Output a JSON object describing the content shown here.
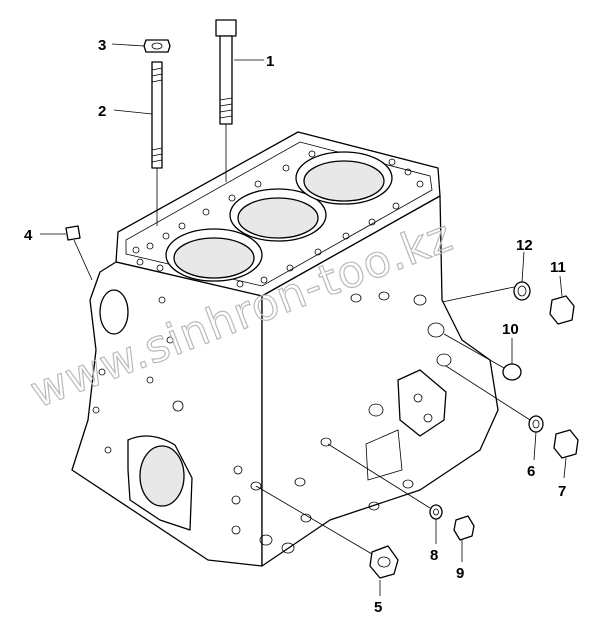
{
  "callouts": [
    {
      "num": "1",
      "part": "bolt"
    },
    {
      "num": "2",
      "part": "stud"
    },
    {
      "num": "3",
      "part": "nut"
    },
    {
      "num": "4",
      "part": "plug"
    },
    {
      "num": "5",
      "part": "sensor"
    },
    {
      "num": "6",
      "part": "washer"
    },
    {
      "num": "7",
      "part": "plug"
    },
    {
      "num": "8",
      "part": "washer"
    },
    {
      "num": "9",
      "part": "plug"
    },
    {
      "num": "10",
      "part": "cup-plug"
    },
    {
      "num": "11",
      "part": "plug"
    },
    {
      "num": "12",
      "part": "washer"
    }
  ],
  "watermark": "www.sinhron-too.kz"
}
